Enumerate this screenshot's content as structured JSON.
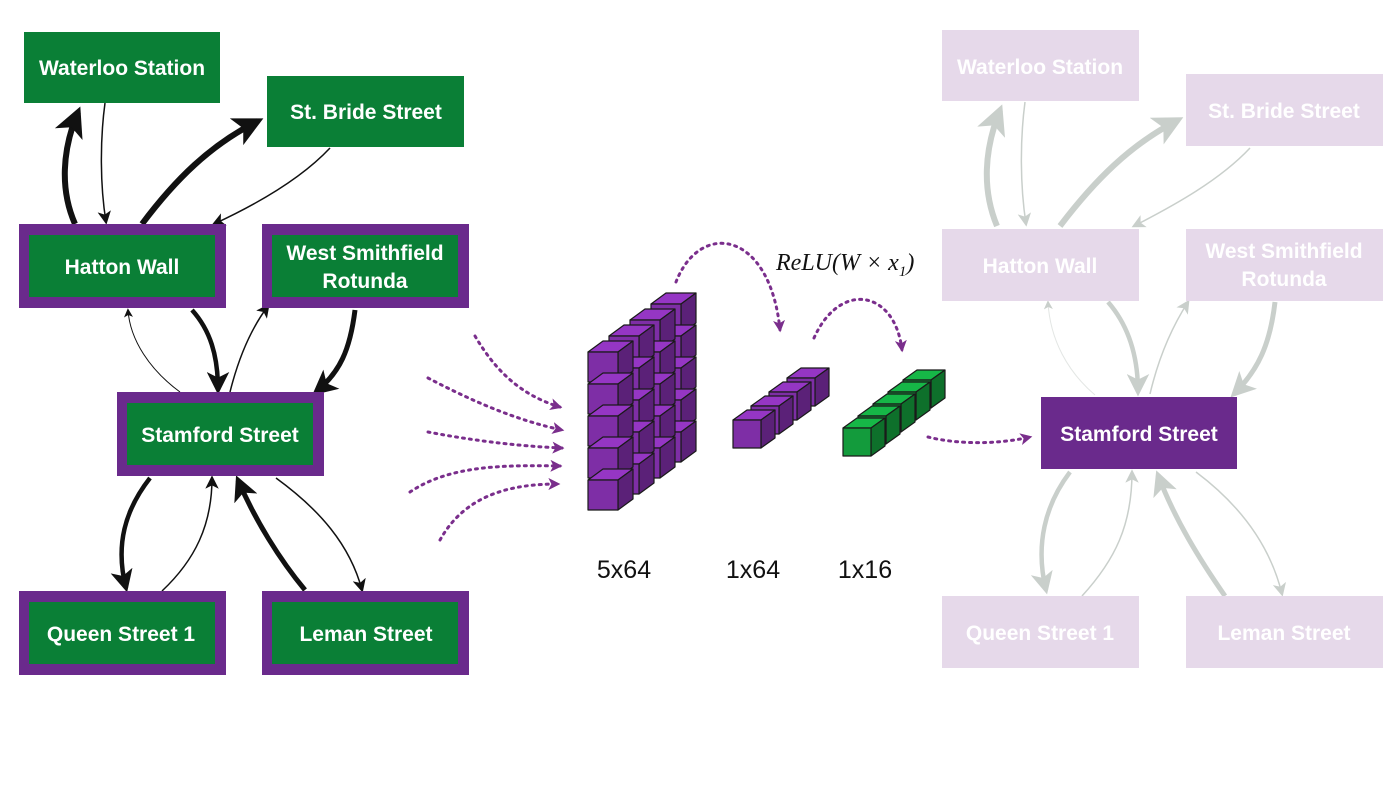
{
  "colors": {
    "station_green": "#0a7f36",
    "target_purple": "#6a2a8c",
    "border_purple": "#6a2a8c",
    "faded_box": "#e6d9ea",
    "faded_text": "#ffffff",
    "faded_arrow": "#c9cfcb",
    "cube_purple": "#7e2ea6",
    "cube_green": "#139b3c",
    "dotted_arrow": "#7a2e8c",
    "edge_black": "#111111"
  },
  "left_graph": {
    "nodes": [
      {
        "id": "waterloo",
        "label": "Waterloo Station",
        "bordered": false
      },
      {
        "id": "stbride",
        "label": "St. Bride Street",
        "bordered": false
      },
      {
        "id": "hatton",
        "label": "Hatton Wall",
        "bordered": true
      },
      {
        "id": "westsmith",
        "label": "West Smithfield Rotunda",
        "bordered": true
      },
      {
        "id": "stamford",
        "label": "Stamford Street",
        "bordered": true
      },
      {
        "id": "queen",
        "label": "Queen Street 1",
        "bordered": true
      },
      {
        "id": "leman",
        "label": "Leman Street",
        "bordered": true
      }
    ]
  },
  "right_graph": {
    "nodes": [
      {
        "id": "waterloo",
        "label": "Waterloo Station"
      },
      {
        "id": "stbride",
        "label": "St. Bride Street"
      },
      {
        "id": "hatton",
        "label": "Hatton Wall"
      },
      {
        "id": "westsmith",
        "label": "West Smithfield Rotunda"
      },
      {
        "id": "stamford",
        "label": "Stamford Street",
        "highlighted": true
      },
      {
        "id": "queen",
        "label": "Queen Street 1"
      },
      {
        "id": "leman",
        "label": "Leman Street"
      }
    ]
  },
  "network": {
    "layers": [
      {
        "id": "input",
        "label": "5x64"
      },
      {
        "id": "hidden",
        "label": "1x64"
      },
      {
        "id": "output",
        "label": "1x16"
      }
    ],
    "formula": {
      "base": "ReLU(W × x",
      "subscript": "1",
      "close": ")"
    }
  }
}
